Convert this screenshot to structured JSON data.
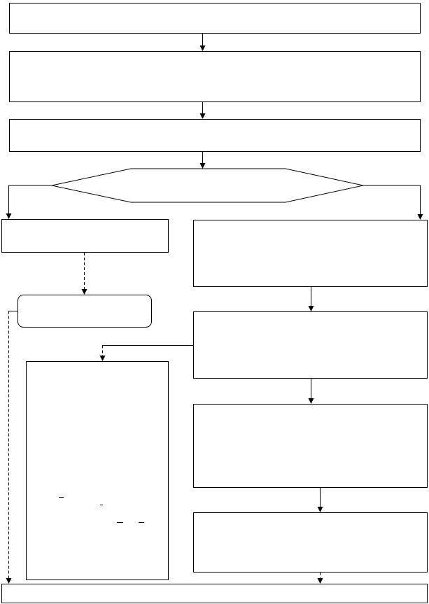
{
  "diagram": {
    "colors": {
      "background": "#ffffff",
      "stroke": "#000000"
    },
    "nodes": [
      {
        "id": "box-1",
        "shape": "rectangle",
        "text": ""
      },
      {
        "id": "box-2",
        "shape": "rectangle",
        "text": ""
      },
      {
        "id": "box-3",
        "shape": "rectangle",
        "text": ""
      },
      {
        "id": "decision",
        "shape": "hexagon",
        "text": ""
      },
      {
        "id": "left-box",
        "shape": "rectangle",
        "text": ""
      },
      {
        "id": "rounded-box",
        "shape": "rounded-rectangle",
        "text": ""
      },
      {
        "id": "tall-box",
        "shape": "rectangle",
        "text": ""
      },
      {
        "id": "right-box-1",
        "shape": "rectangle",
        "text": ""
      },
      {
        "id": "right-box-2",
        "shape": "rectangle",
        "text": ""
      },
      {
        "id": "right-box-3",
        "shape": "rectangle",
        "text": ""
      },
      {
        "id": "right-box-4",
        "shape": "rectangle",
        "text": ""
      },
      {
        "id": "bottom-box",
        "shape": "rectangle",
        "text": ""
      }
    ],
    "edges": [
      {
        "from": "box-1",
        "to": "box-2",
        "style": "solid"
      },
      {
        "from": "box-2",
        "to": "box-3",
        "style": "solid"
      },
      {
        "from": "box-3",
        "to": "decision",
        "style": "solid"
      },
      {
        "from": "decision",
        "to": "left-box",
        "style": "solid"
      },
      {
        "from": "decision",
        "to": "right-box-1",
        "style": "solid"
      },
      {
        "from": "left-box",
        "to": "rounded-box",
        "style": "dashed"
      },
      {
        "from": "right-box-1",
        "to": "right-box-2",
        "style": "solid"
      },
      {
        "from": "right-box-2",
        "to": "tall-box",
        "style": "dashed"
      },
      {
        "from": "right-box-2",
        "to": "right-box-3",
        "style": "solid"
      },
      {
        "from": "right-box-3",
        "to": "right-box-4",
        "style": "solid"
      },
      {
        "from": "right-box-4",
        "to": "bottom-box",
        "style": "dashed"
      },
      {
        "from": "rounded-box",
        "to": "bottom-box",
        "style": "dashed"
      }
    ]
  }
}
